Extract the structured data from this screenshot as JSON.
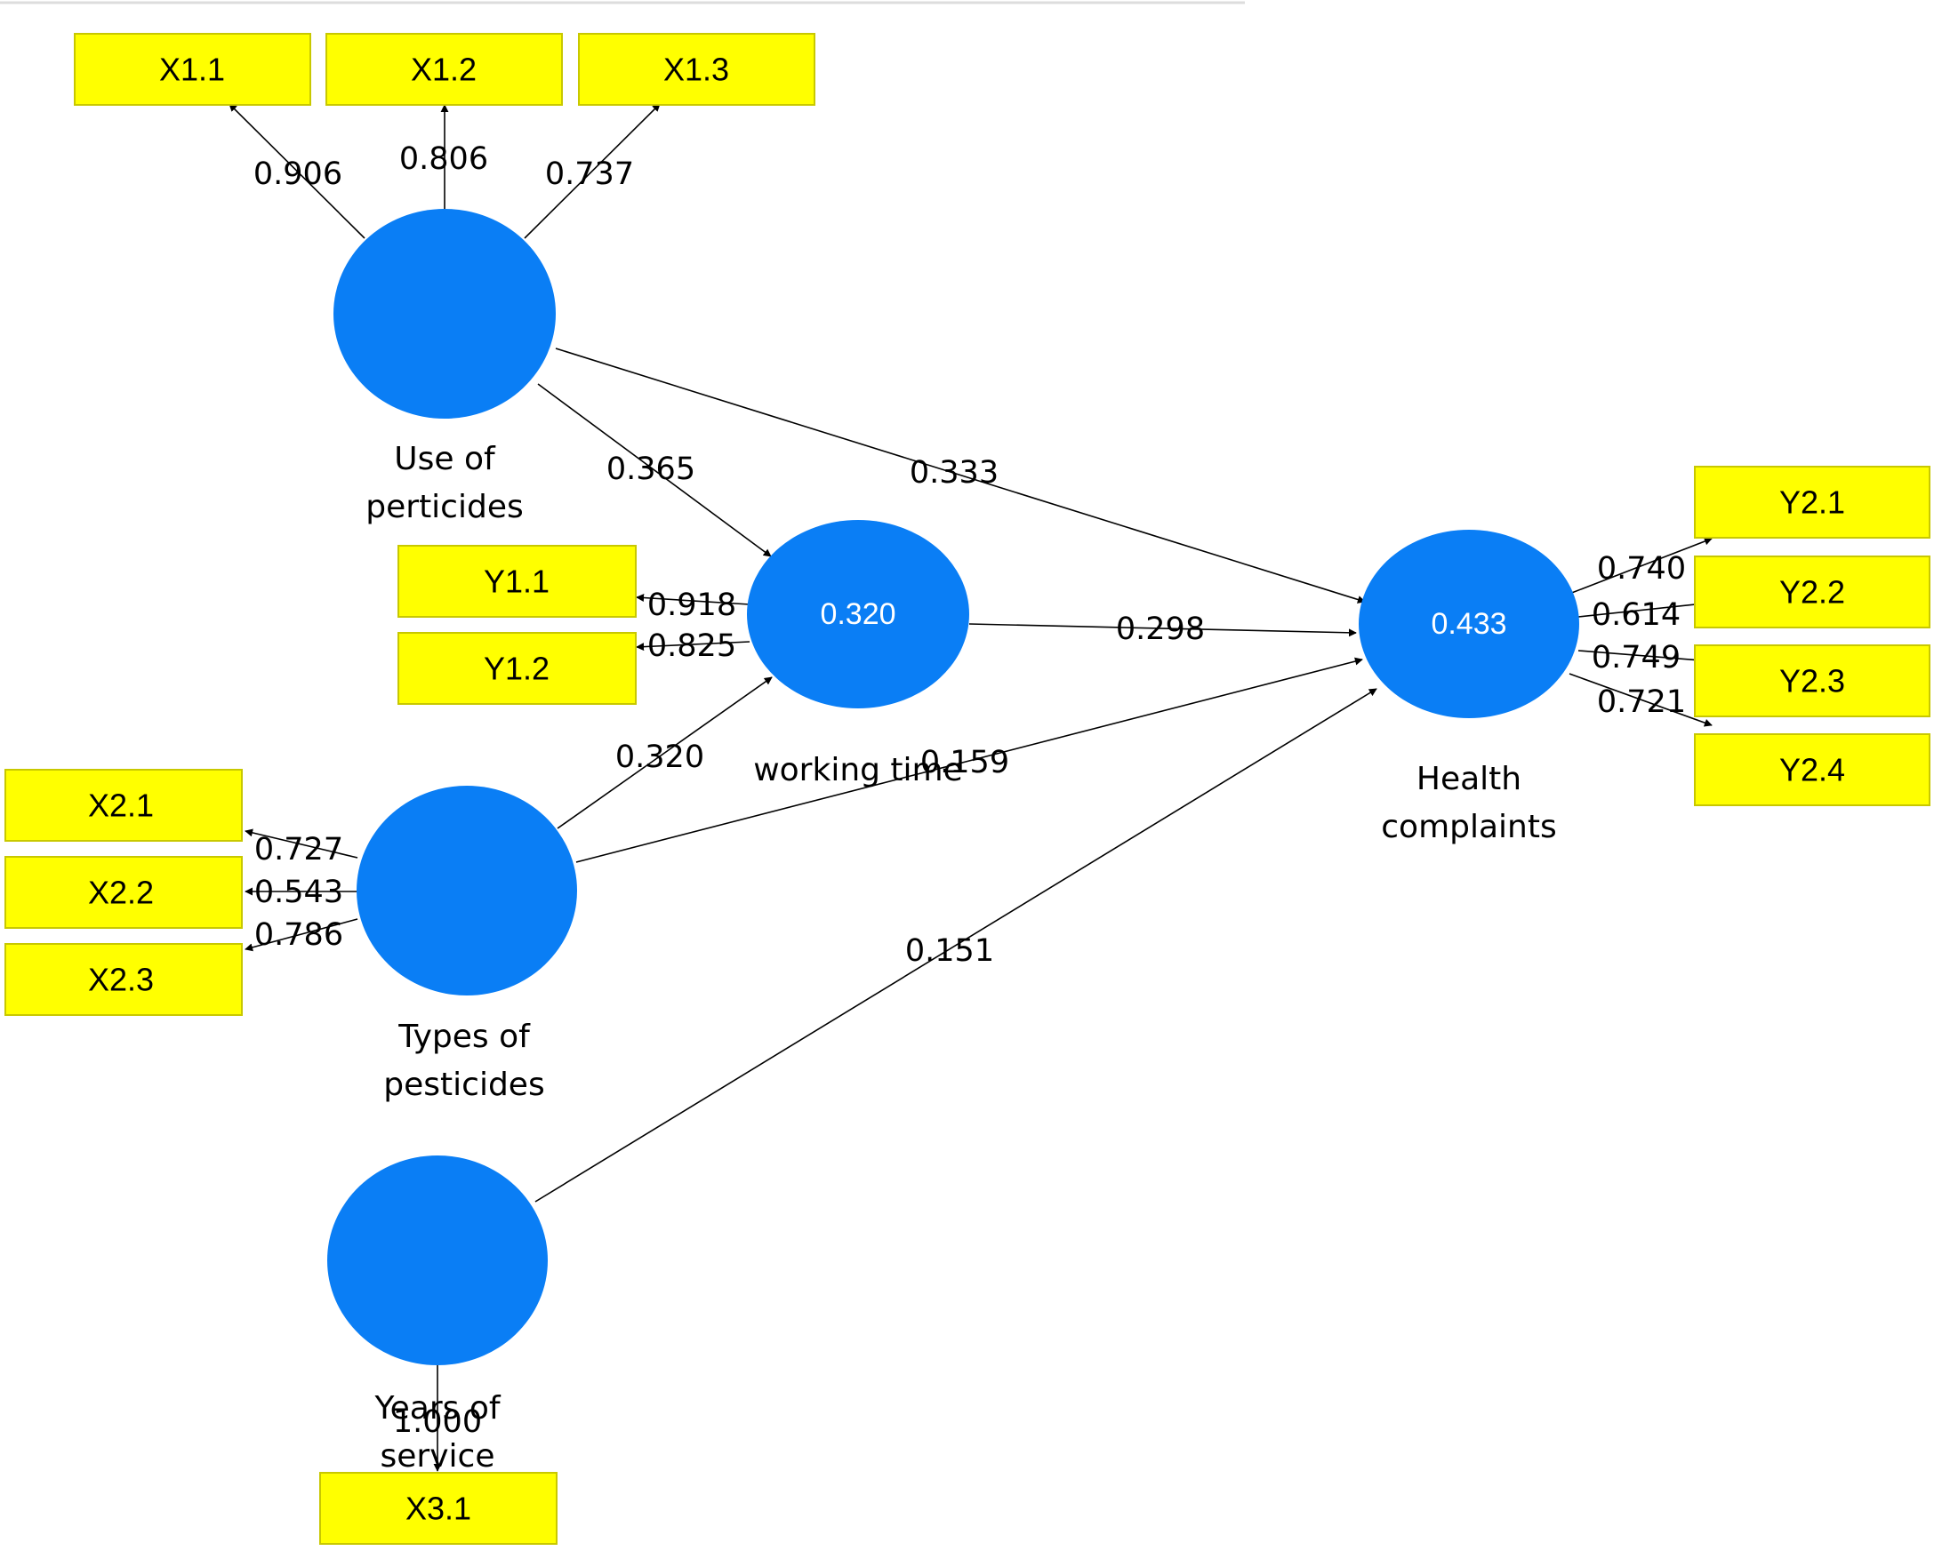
{
  "constructs": {
    "use_of_pesticides": {
      "name_lines": [
        "Use of",
        "perticides"
      ],
      "r2": ""
    },
    "working_time": {
      "name_lines": [
        "working time"
      ],
      "r2": "0.320"
    },
    "types_of_pesticides": {
      "name_lines": [
        "Types of",
        "pesticides"
      ],
      "r2": ""
    },
    "years_of_service": {
      "name_lines": [
        "Years of",
        "service"
      ],
      "r2": ""
    },
    "health_complaints": {
      "name_lines": [
        "Health",
        "complaints"
      ],
      "r2": "0.433"
    }
  },
  "indicators": {
    "x1_1": "X1.1",
    "x1_2": "X1.2",
    "x1_3": "X1.3",
    "y1_1": "Y1.1",
    "y1_2": "Y1.2",
    "x2_1": "X2.1",
    "x2_2": "X2.2",
    "x2_3": "X2.3",
    "x3_1": "X3.1",
    "y2_1": "Y2.1",
    "y2_2": "Y2.2",
    "y2_3": "Y2.3",
    "y2_4": "Y2.4"
  },
  "loadings": {
    "x1_1": "0.906",
    "x1_2": "0.806",
    "x1_3": "0.737",
    "y1_1": "0.918",
    "y1_2": "0.825",
    "x2_1": "0.727",
    "x2_2": "0.543",
    "x2_3": "0.786",
    "x3_1": "1.000",
    "y2_1": "0.740",
    "y2_2": "0.614",
    "y2_3": "0.749",
    "y2_4": "0.721"
  },
  "paths": {
    "use_to_working": "0.365",
    "use_to_health": "0.333",
    "working_to_health": "0.298",
    "types_to_working": "0.320",
    "types_to_health": "0.159",
    "years_to_health": "0.151"
  },
  "colors": {
    "construct_fill": "#0a7ef5",
    "indicator_fill": "#ffff00",
    "line": "#000000"
  }
}
